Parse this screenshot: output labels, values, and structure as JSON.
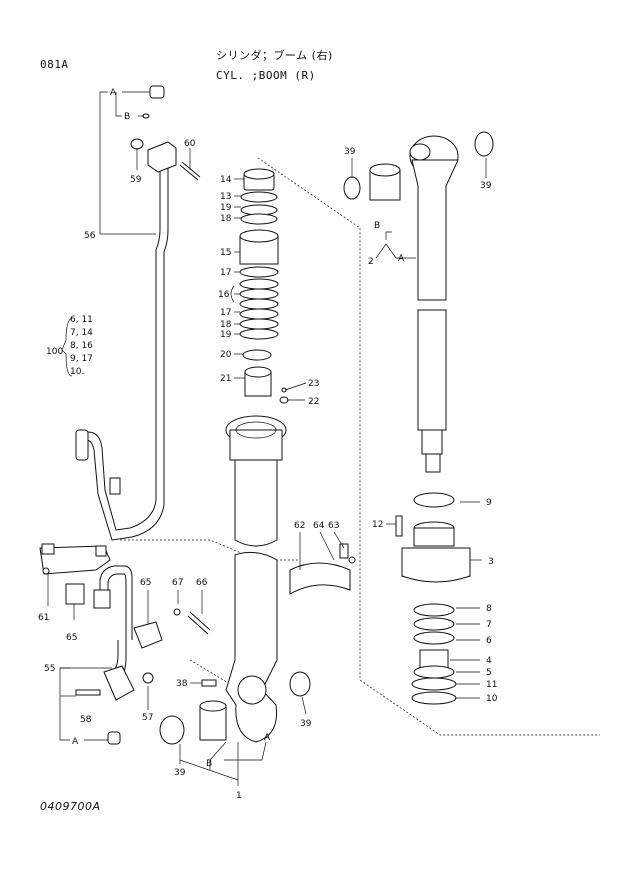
{
  "header": {
    "page_code": "081A",
    "title_jp": "シリンダ；ブーム (右)",
    "title_en": "CYL. ;BOOM (R)"
  },
  "footer": {
    "drawing_number": "0409700A"
  },
  "callouts": {
    "p1": "1",
    "p2": "2",
    "p3": "3",
    "p4": "4",
    "p5": "5",
    "p6": "6",
    "p7": "7",
    "p8": "8",
    "p9": "9",
    "p10": "10",
    "p11": "11",
    "p12": "12",
    "p13": "13",
    "p14": "14",
    "p15": "15",
    "p16": "16",
    "p17a": "17",
    "p17b": "17",
    "p18a": "18",
    "p18b": "18",
    "p19a": "19",
    "p19b": "19",
    "p20": "20",
    "p21": "21",
    "p22": "22",
    "p23": "23",
    "p38": "38",
    "p39a": "39",
    "p39b": "39",
    "p39c": "39",
    "p39d": "39",
    "p55": "55",
    "p56": "56",
    "p57": "57",
    "p58": "58",
    "p59": "59",
    "p60": "60",
    "p61": "61",
    "p62": "62",
    "p63": "63",
    "p64": "64",
    "p65a": "65",
    "p65b": "65",
    "p66": "66",
    "p67": "67"
  },
  "kit": {
    "number": "100",
    "contents": [
      "6, 11",
      "7, 14",
      "8, 16",
      "9, 17",
      "10."
    ]
  },
  "refs": {
    "a1": "A",
    "b1": "B",
    "a2": "A",
    "b2": "B",
    "a3": "A",
    "b3": "B",
    "a4": "A"
  }
}
